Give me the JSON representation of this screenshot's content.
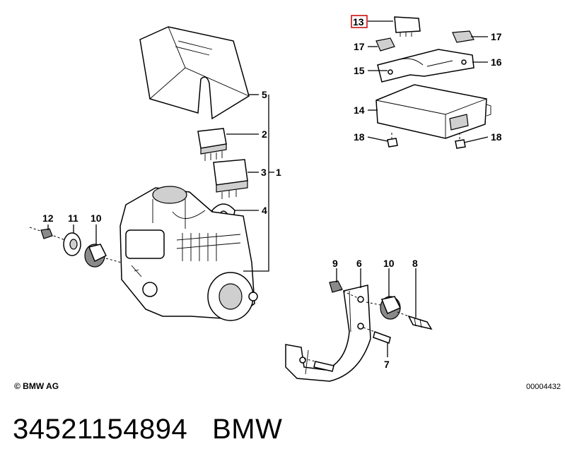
{
  "callouts": {
    "c1": "1",
    "c2": "2",
    "c3": "3",
    "c4": "4",
    "c5": "5",
    "c6": "6",
    "c7": "7",
    "c8": "8",
    "c9": "9",
    "c10a": "10",
    "c10b": "10",
    "c11": "11",
    "c12": "12",
    "c13": "13",
    "c14": "14",
    "c15": "15",
    "c16": "16",
    "c17a": "17",
    "c17b": "17",
    "c18a": "18",
    "c18b": "18"
  },
  "highlight_color": "#cc0000",
  "copyright": "© BMW AG",
  "diagram_id": "00004432",
  "caption": {
    "part_number": "34521154894",
    "brand": "BMW"
  }
}
